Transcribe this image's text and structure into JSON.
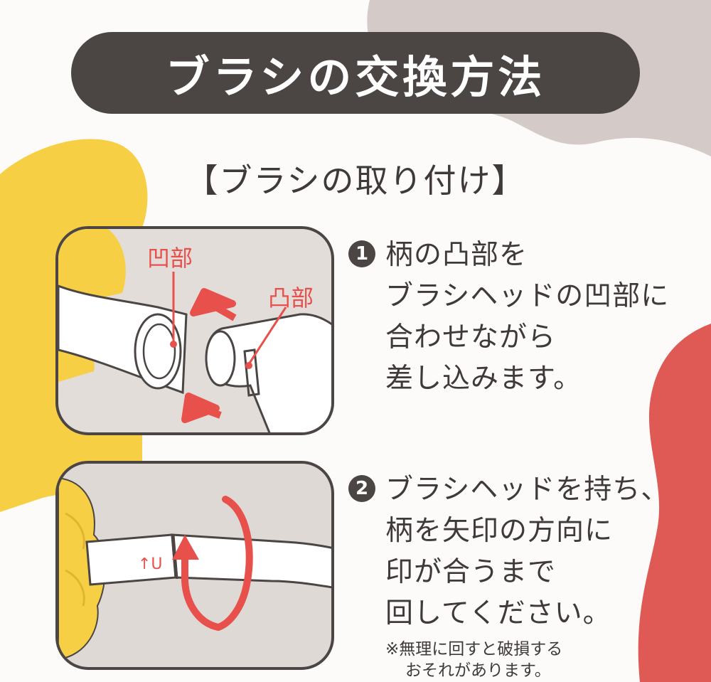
{
  "title": "ブラシの交換方法",
  "subtitle": "【ブラシの取り付け】",
  "illustration1": {
    "concave_label": "凹部",
    "convex_label": "凸部"
  },
  "illustration2": {
    "mark_label": "↑U"
  },
  "steps": [
    {
      "number": "1",
      "lines": [
        "柄の凸部を",
        "ブラシヘッドの凹部に",
        "合わせながら",
        "差し込みます。"
      ]
    },
    {
      "number": "2",
      "lines": [
        "ブラシヘッドを持ち、",
        "柄を矢印の方向に",
        "印が合うまで",
        "回してください。"
      ]
    }
  ],
  "note": {
    "line1": "※無理に回すと破損する",
    "line2": "おそれがあります。"
  },
  "colors": {
    "dark": "#4b4544",
    "yellow": "#f6cf45",
    "red": "#e05a55",
    "gray_blob": "#d4cbc8",
    "accent_red": "#e8504b"
  }
}
